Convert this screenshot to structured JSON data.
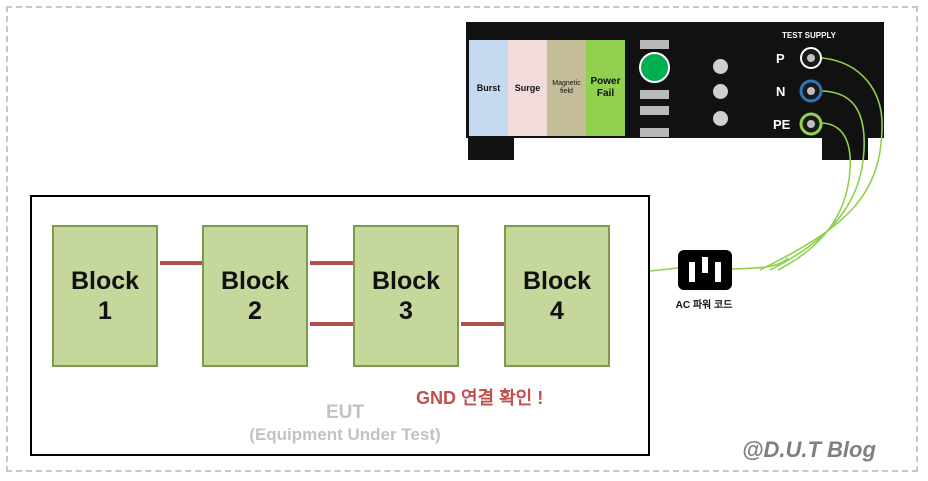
{
  "test_device": {
    "panels": [
      "Burst",
      "Surge",
      "Magnetic field",
      "Power Fail"
    ],
    "panel_colors": [
      "#c5d9f1",
      "#f2dcdb",
      "#c4bd97",
      "#92d050"
    ],
    "supply_title": "TEST SUPPLY",
    "terminals": [
      "P",
      "N",
      "PE"
    ]
  },
  "eut": {
    "blocks": [
      {
        "word": "Block",
        "num": "1"
      },
      {
        "word": "Block",
        "num": "2"
      },
      {
        "word": "Block",
        "num": "3"
      },
      {
        "word": "Block",
        "num": "4"
      }
    ],
    "title": "EUT",
    "subtitle": "(Equipment Under Test)",
    "gnd_note": "GND 연결 확인 !"
  },
  "ac_cord_label": "AC 파워 코드",
  "watermark": "@D.U.T Blog",
  "colors": {
    "wire": "#8fd14f",
    "connector": "#b0504c",
    "note": "#c0504d"
  }
}
